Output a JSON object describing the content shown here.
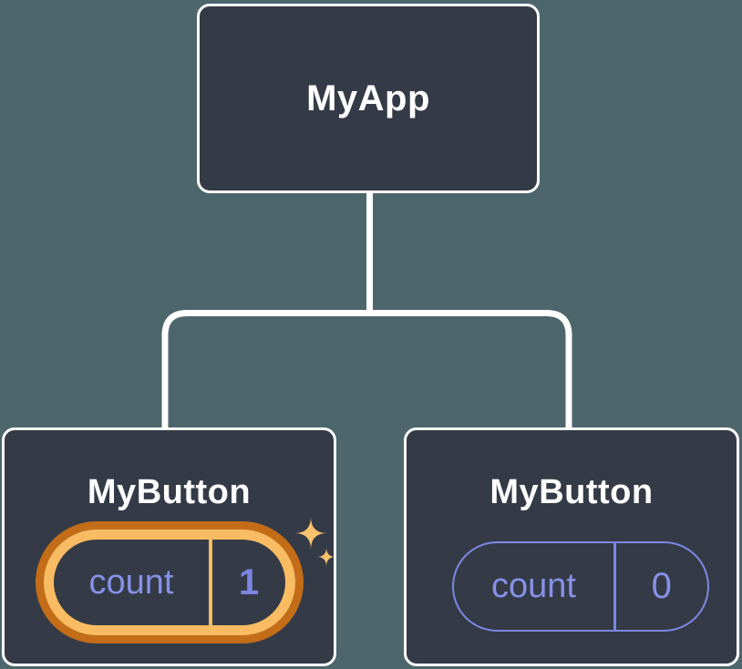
{
  "diagram": {
    "root": {
      "title": "MyApp"
    },
    "children": [
      {
        "title": "MyButton",
        "state_label": "count",
        "state_value": "1",
        "highlighted": true
      },
      {
        "title": "MyButton",
        "state_label": "count",
        "state_value": "0",
        "highlighted": false
      }
    ]
  },
  "icons": {
    "sparkle_big": "four-point-star",
    "sparkle_small": "four-point-star"
  },
  "colors": {
    "background": "#4D666C",
    "node_fill": "#343B47",
    "node_border": "#FFFFFF",
    "connector": "#FFFFFF",
    "title_text": "#FFFFFF",
    "state_text": "#8791E8",
    "plain_pill_border": "#7C88E4",
    "highlight_ring_outer": "#C46D18",
    "highlight_ring_inner": "#FABC63",
    "sparkle": "#FBC26E"
  }
}
